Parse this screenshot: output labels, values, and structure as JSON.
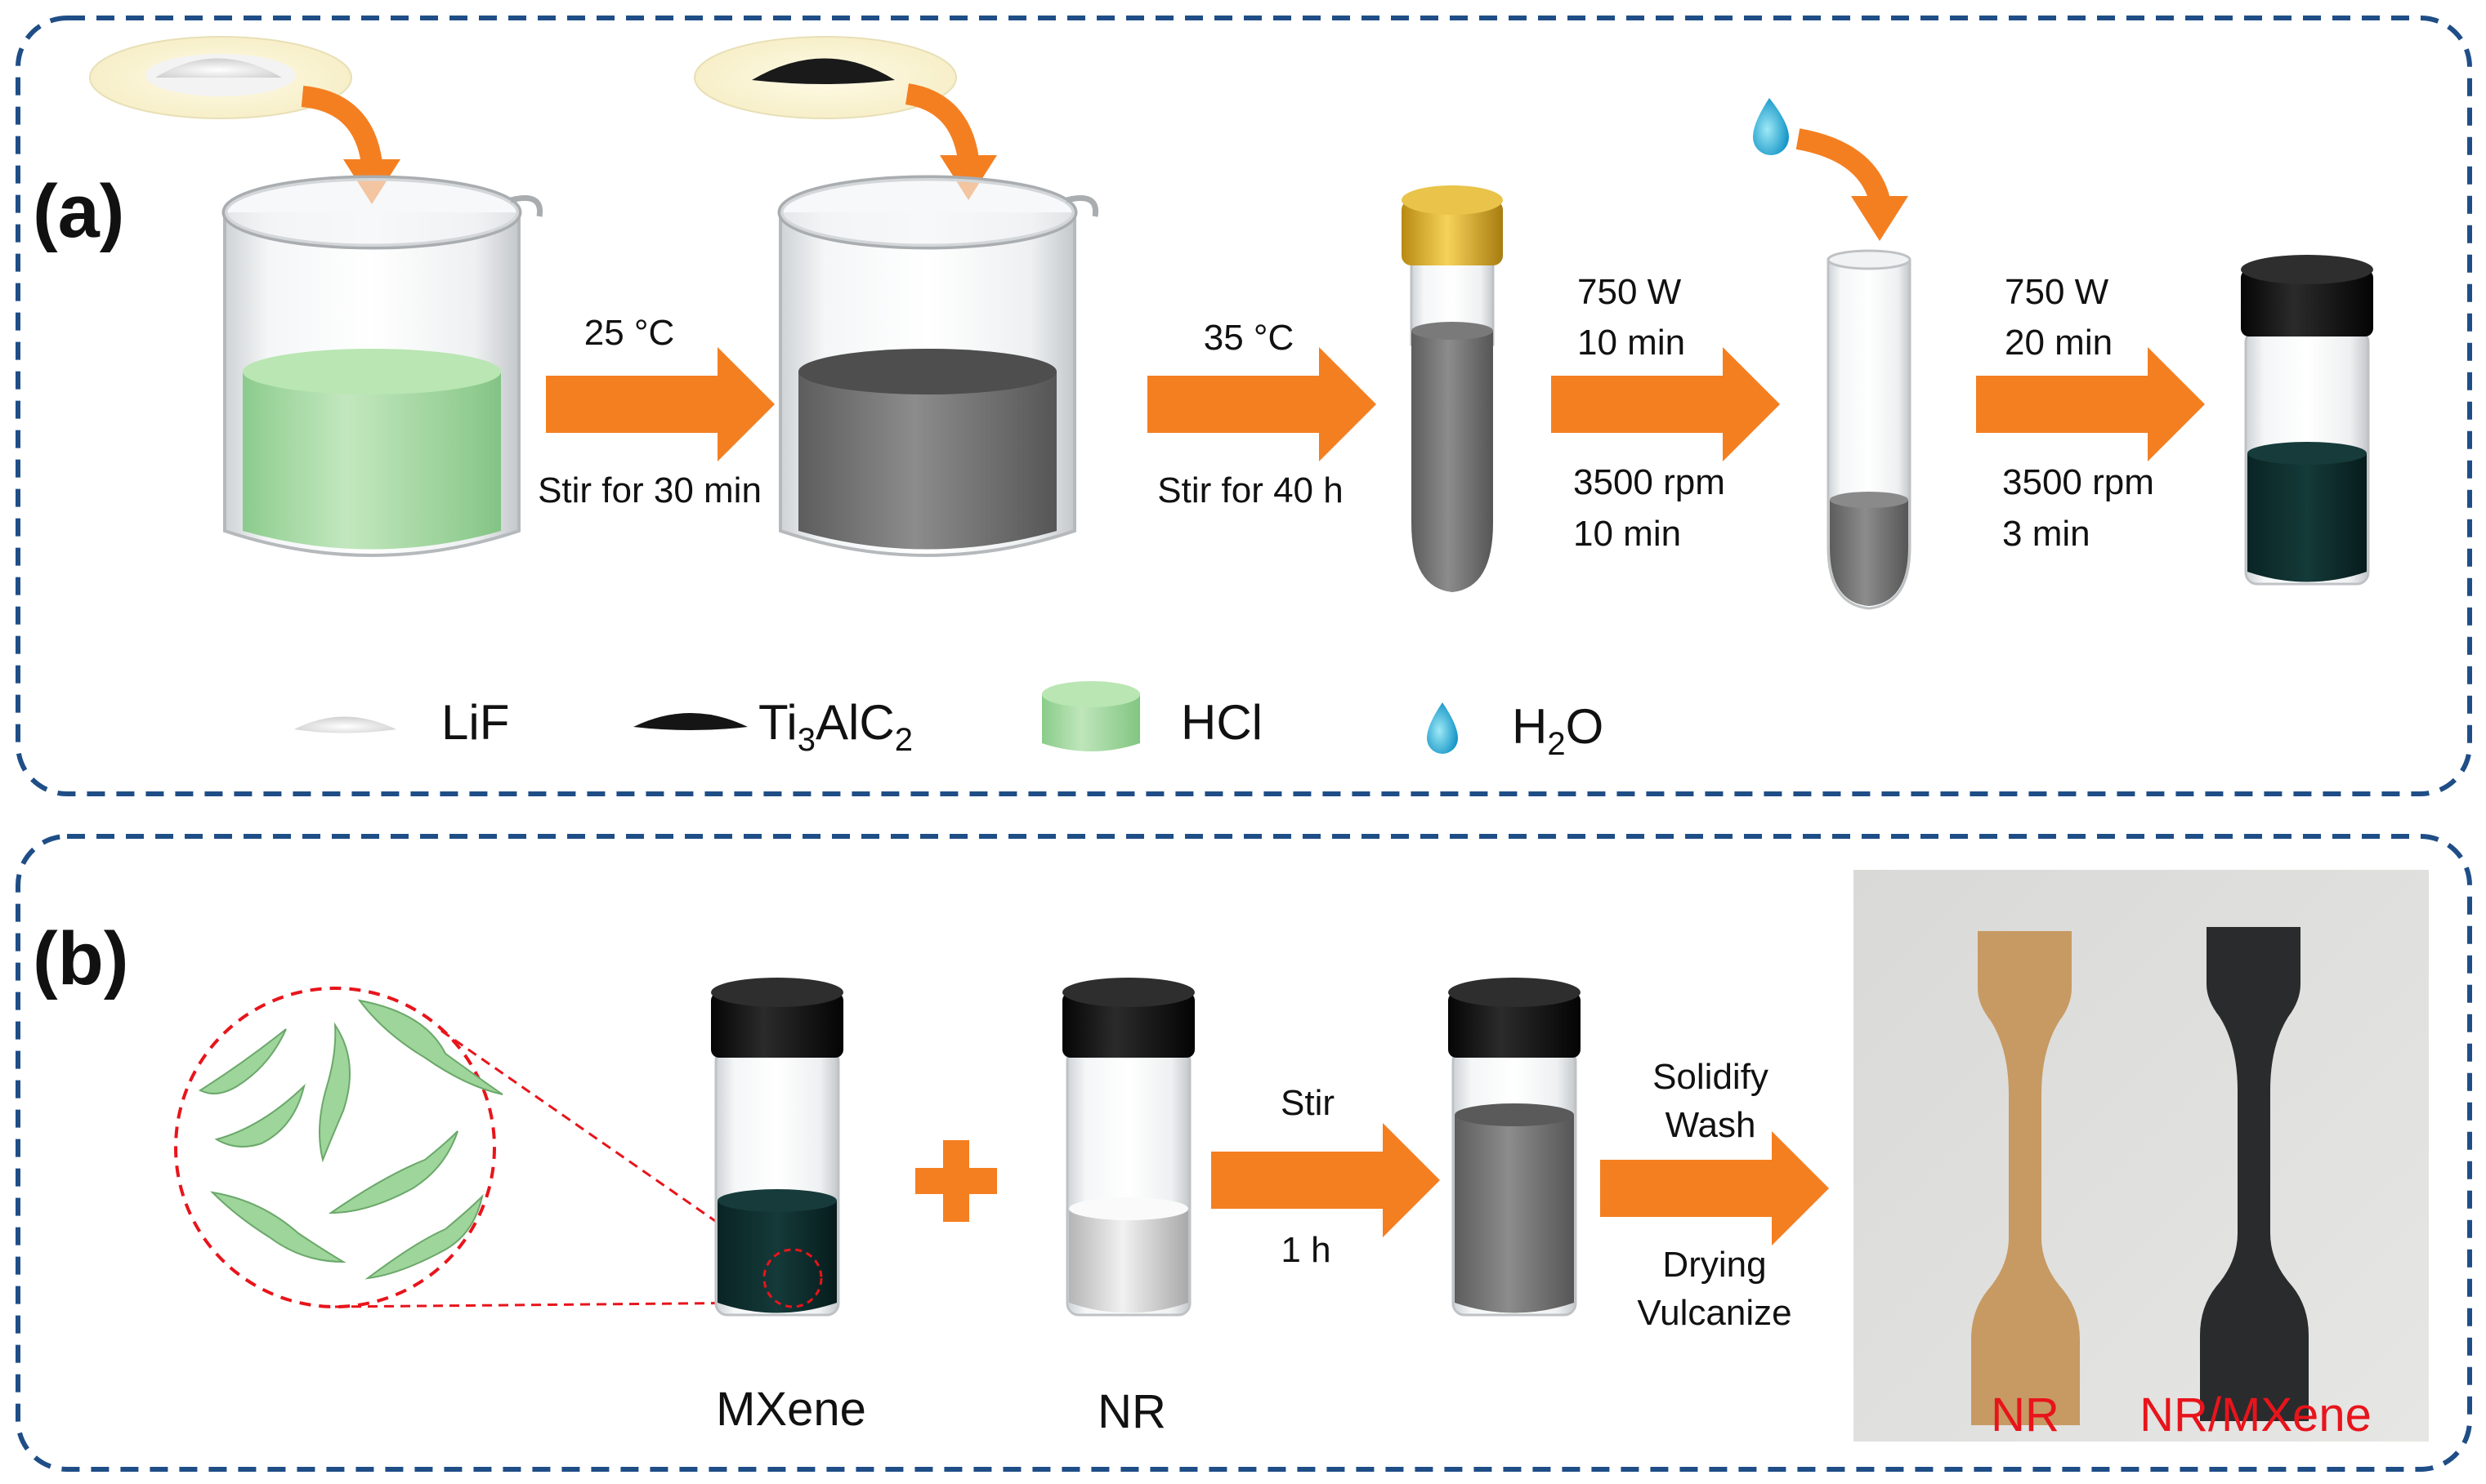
{
  "panel_a": {
    "letter": "(a)",
    "step1": {
      "top": "25 °C",
      "bottom": "Stir for 30 min"
    },
    "step2": {
      "top": "35 °C",
      "bottom": "Stir for 40 h"
    },
    "step3": {
      "top1": "750 W",
      "top2": "10 min",
      "bottom1": "3500 rpm",
      "bottom2": "10 min"
    },
    "step4": {
      "top1": "750 W",
      "top2": "20 min",
      "bottom1": "3500 rpm",
      "bottom2": "3 min"
    },
    "legend": {
      "lif": "LiF",
      "ti3alc2": {
        "a": "Ti",
        "b": "3",
        "c": "AlC",
        "d": "2"
      },
      "hcl": "HCl",
      "h2o": {
        "a": "H",
        "b": "2",
        "c": "O"
      }
    }
  },
  "panel_b": {
    "letter": "(b)",
    "mxene_label": "MXene",
    "nr_label": "NR",
    "stir_top": "Stir",
    "stir_bottom": "1 h",
    "process_top1": "Solidify",
    "process_top2": "Wash",
    "process_bottom1": "Drying",
    "process_bottom2": "Vulcanize",
    "photo_label_nr": "NR",
    "photo_label_composite": "NR/MXene"
  },
  "colors": {
    "frame": "#1f4e87",
    "arrow": "#f47f21",
    "hcl_green": "#8fd08f",
    "mxene_dark": "#0d2b2b",
    "label_red": "#e8141b",
    "nr_tan": "#c79a63",
    "composite_black": "#2a2b2d"
  }
}
